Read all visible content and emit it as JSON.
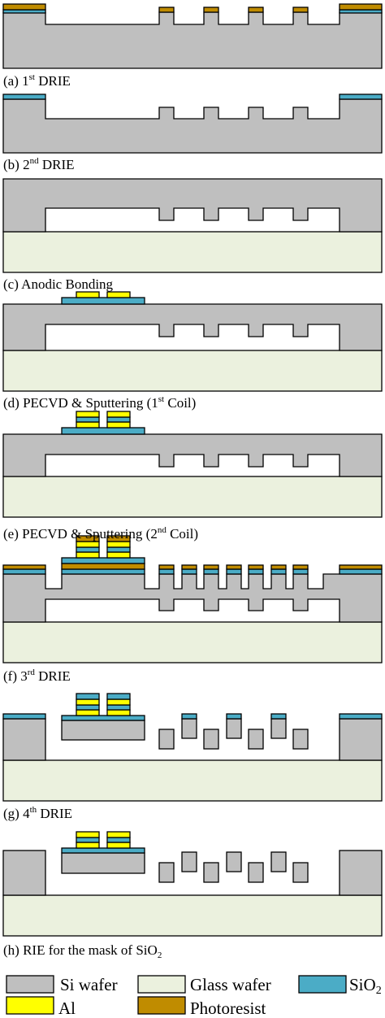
{
  "colors": {
    "si": "#bfbfbf",
    "glass": "#ebf1de",
    "sio2": "#4bacc6",
    "al": "#ffff00",
    "photoresist": "#c08c00",
    "stroke": "#000000",
    "background": "#ffffff"
  },
  "steps": [
    {
      "id": "a",
      "prefix": "(a) 1",
      "sup": "st",
      "suffix": " DRIE"
    },
    {
      "id": "b",
      "prefix": "(b) 2",
      "sup": "nd",
      "suffix": " DRIE"
    },
    {
      "id": "c",
      "prefix": "(c)  Anodic Bonding",
      "sup": "",
      "suffix": ""
    },
    {
      "id": "d",
      "prefix": "(d) PECVD & Sputtering (1",
      "sup": "st",
      "suffix": " Coil)"
    },
    {
      "id": "e",
      "prefix": "(e) PECVD & Sputtering (2",
      "sup": "nd",
      "suffix": " Coil)"
    },
    {
      "id": "f",
      "prefix": "(f) 3",
      "sup": "rd",
      "suffix": " DRIE"
    },
    {
      "id": "g",
      "prefix": "(g)  4",
      "sup": "th",
      "suffix": " DRIE"
    },
    {
      "id": "h",
      "prefix": "(h) RIE for the mask of SiO",
      "sub": "2",
      "suffix": ""
    }
  ],
  "legend": {
    "si": "Si wafer",
    "glass": "Glass wafer",
    "sio2": "SiO",
    "sio2_sub": "2",
    "al": "Al",
    "photoresist": "Photoresist"
  }
}
